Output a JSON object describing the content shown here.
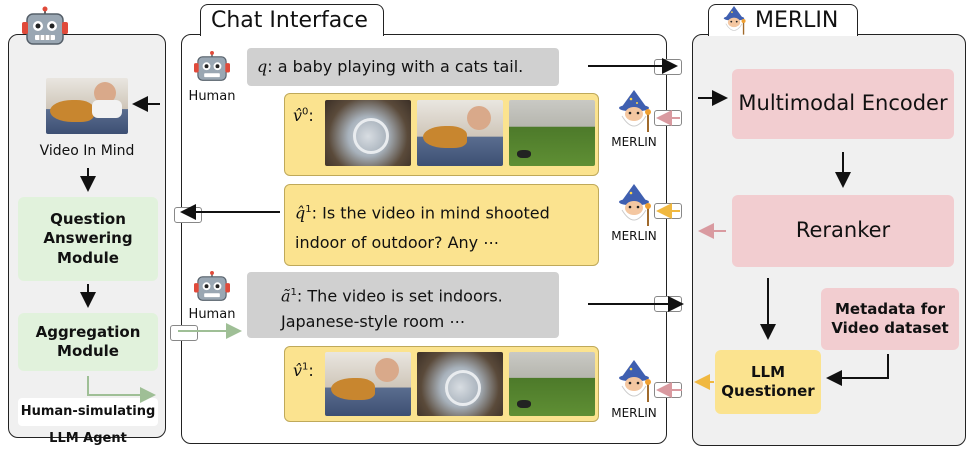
{
  "agent_panel": {
    "video_label": "Video In Mind",
    "qa_module": "Question Answering Module",
    "aggregation_module": "Aggregation Module",
    "agent_title_line1": "Human-simulating",
    "agent_title_line2": "LLM Agent"
  },
  "chat": {
    "title": "Chat Interface",
    "human_label": "Human",
    "merlin_label": "MERLIN",
    "q_symbol": "q",
    "q_text": ": a baby playing with a cats tail.",
    "v0_symbol": "v̂",
    "v0_sup": "0",
    "q1_symbol": "q̂",
    "q1_sup": "1",
    "q1_line1": ": Is the video in mind shooted",
    "q1_line2": "indoor of outdoor? Any ⋯",
    "a1_symbol": "ã",
    "a1_sup": "1",
    "a1_line1": ": The video is set indoors.",
    "a1_line2": "Japanese-style room ⋯",
    "v1_symbol": "v̂",
    "v1_sup": "1"
  },
  "merlin_panel": {
    "title": "MERLIN",
    "encoder": "Multimodal Encoder",
    "reranker": "Reranker",
    "metadata_line1": "Metadata for",
    "metadata_line2": "Video dataset",
    "llm_line1": "LLM",
    "llm_line2": "Questioner"
  },
  "colors": {
    "green_box": "#e1f2dc",
    "pink_box": "#f2cdd0",
    "yellow_box": "#fbe38f",
    "grey_bubble": "#d0d0d0",
    "panel_bg": "#f0f0f0"
  }
}
